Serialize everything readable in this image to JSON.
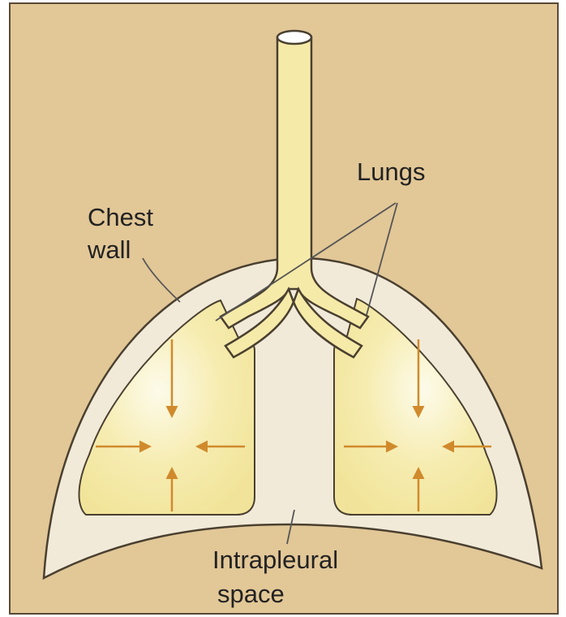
{
  "labels": {
    "lungs": "Lungs",
    "chest_wall_line1": "Chest",
    "chest_wall_line2": "wall",
    "intrapleural_line1": "Intrapleural",
    "intrapleural_line2": "space"
  },
  "colors": {
    "background": "#e2c797",
    "chest_wall_fill": "#f2ead9",
    "lung_fill": "#f6eaa8",
    "lung_glow": "#fdfbea",
    "arrow": "#d08a2c",
    "outline": "#4a4030"
  }
}
